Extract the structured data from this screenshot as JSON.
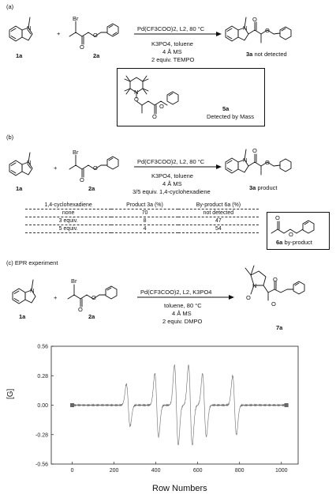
{
  "panel_a": {
    "label": "(a)",
    "reagent_1": "1a",
    "reagent_2": "2a",
    "br": "Br",
    "n_atom": "N",
    "o_atom": "O",
    "plus": "+",
    "conditions": [
      "Pd(CF3COO)2, L2, 80 °C",
      "K3PO4, toluene",
      "4 Å MS",
      "2 equiv. TEMPO"
    ],
    "product_label": "3a",
    "product_status": "not detected",
    "adduct_label": "5a",
    "adduct_note": "Detected by Mass"
  },
  "panel_b": {
    "label": "(b)",
    "reagent_1": "1a",
    "reagent_2": "2a",
    "br": "Br",
    "n_atom": "N",
    "o_atom": "O",
    "plus": "+",
    "conditions": [
      "Pd(CF3COO)2, L2, 80 °C",
      "K3PO4, toluene",
      "4 Å MS",
      "3/5 equiv. 1,4-cyclohexadiene"
    ],
    "product_label": "3a",
    "product_status": "product",
    "byproduct_label": "6a",
    "byproduct_status": "by-product",
    "table": {
      "headers": [
        "1,4-cyclohexadiene",
        "Product 3a (%)",
        "By-product 6a (%)"
      ],
      "rows": [
        [
          "none",
          "70",
          "not detected"
        ],
        [
          "3 equiv.",
          "8",
          "47"
        ],
        [
          "5 equiv.",
          "4",
          "54"
        ]
      ]
    }
  },
  "panel_c": {
    "label": "(c) EPR experiment",
    "reagent_1": "1a",
    "reagent_2": "2a",
    "br": "Br",
    "n_atom": "N",
    "o_atom": "O",
    "o_radical": "O",
    "plus": "+",
    "conditions": [
      "Pd(CF3COO)2, L2, K3PO4",
      "toluene, 80 °C",
      "4 Å MS",
      "2 equiv. DMPO"
    ],
    "product_label": "7a"
  },
  "chart_data": {
    "type": "line",
    "title": "",
    "xlabel": "Row Numbers",
    "ylabel": "[G]",
    "xlim": [
      -100,
      1080
    ],
    "ylim": [
      -0.56,
      0.56
    ],
    "x_ticks": [
      0,
      200,
      400,
      600,
      800,
      1000
    ],
    "y_ticks": [
      -0.56,
      -0.28,
      0.0,
      0.28,
      0.56
    ],
    "y_tick_labels": [
      "-0.56",
      "-0.28",
      "0.00",
      "0.28",
      "0.56"
    ],
    "baseline_noise": 0.01,
    "peaks": [
      {
        "center": 268,
        "amplitude": 0.2
      },
      {
        "center": 404,
        "amplitude": 0.3
      },
      {
        "center": 498,
        "amplitude": 0.38
      },
      {
        "center": 565,
        "amplitude": 0.38
      },
      {
        "center": 632,
        "amplitude": 0.3
      },
      {
        "center": 776,
        "amplitude": 0.28
      }
    ],
    "endpoint_markers": [
      {
        "x": 0,
        "y": 0.0
      },
      {
        "x": 1024,
        "y": 0.0
      }
    ],
    "grid": false
  }
}
